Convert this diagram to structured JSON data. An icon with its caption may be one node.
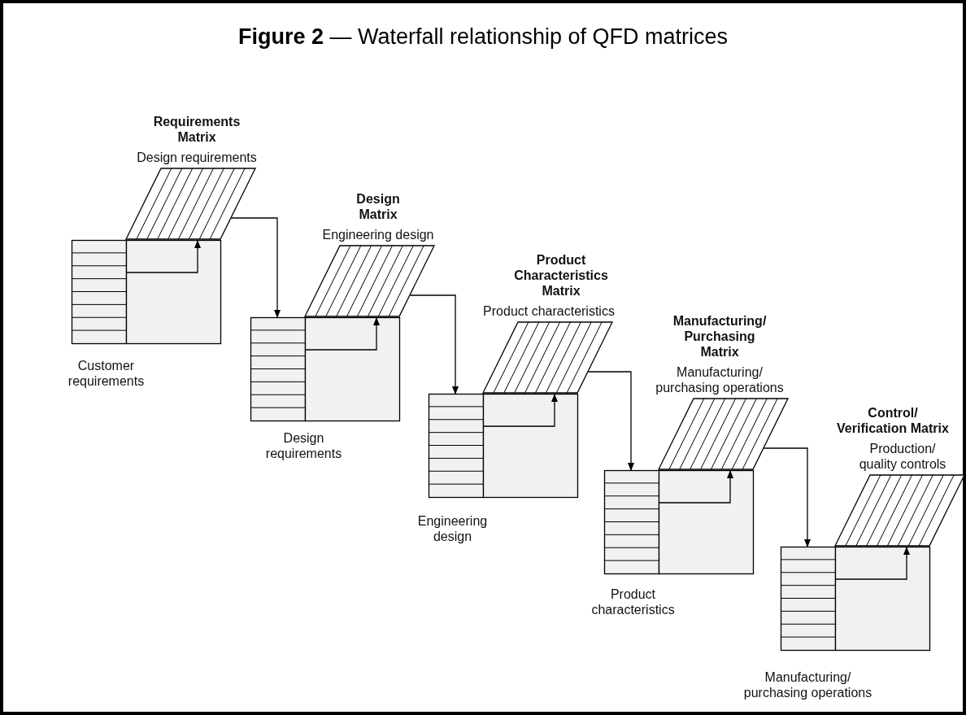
{
  "diagram": {
    "title": "**Figure 2** — Waterfall relationship of QFD matrices",
    "nodes": [
      {
        "text": [
          "Requirements Matrix",
          "Design requirements"
        ]
      },
      {
        "text": [],
        "shape": "box",
        "beside": [
          "Customer requirements"
        ]
      },
      {
        "text": [],
        "shape": "box"
      },
      {
        "text": [
          "Design Matrix",
          "Engineering design"
        ]
      },
      {
        "text": [],
        "shape": "box",
        "beside": [
          "Design requirements"
        ]
      },
      {
        "text": [],
        "shape": "box"
      },
      {
        "text": [
          "Product Characteristics Matrix",
          "Product characteristics"
        ]
      },
      {
        "text": [],
        "shape": "box",
        "beside": [
          "Engineering design"
        ]
      },
      {
        "text": [],
        "shape": "box"
      },
      {
        "text": [
          "Manufacturing/ Purchasing Matrix",
          "Manufacturing/ purchasing operations"
        ]
      },
      {
        "text": [],
        "shape": "box",
        "beside": [
          "Product characteristics"
        ]
      },
      {
        "text": [],
        "shape": "box"
      },
      {
        "text": [
          "Control/ Verification Matrix",
          "Production/ quality controls"
        ]
      },
      {
        "text": [],
        "shape": "box",
        "beside": [
          "Manufacturing/ purchasing operations"
        ]
      },
      {
        "text": [],
        "shape": "box"
      }
    ],
    "edges": [
      {
        "from": 2,
        "to": 0,
        "arrow": "to"
      },
      {
        "from": 0,
        "to": 4,
        "arrow": "to"
      },
      {
        "from": 5,
        "to": 3,
        "arrow": "to"
      },
      {
        "from": 3,
        "to": 7,
        "arrow": "to"
      },
      {
        "from": 8,
        "to": 6,
        "arrow": "to"
      },
      {
        "from": 6,
        "to": 10,
        "arrow": "to"
      },
      {
        "from": 11,
        "to": 9,
        "arrow": "to"
      },
      {
        "from": 9,
        "to": 13,
        "arrow": "to"
      },
      {
        "from": 14,
        "to": 12,
        "arrow": "to"
      }
    ]
  }
}
